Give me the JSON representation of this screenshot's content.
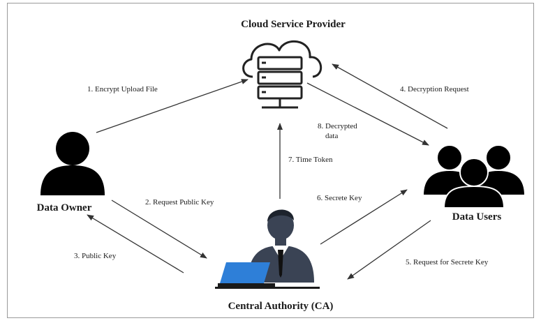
{
  "nodes": {
    "cloud": "Cloud Service Provider",
    "owner": "Data Owner",
    "users": "Data Users",
    "ca": "Central Authority (CA)"
  },
  "edges": {
    "e1": "1.  Encrypt Upload File",
    "e2": "2.  Request Public Key",
    "e3": "3. Public Key",
    "e4": "4.  Decryption Request",
    "e5": "5.  Request for Secrete Key",
    "e6": "6.  Secrete Key",
    "e7": "7.  Time Token",
    "e8a": "8.  Decrypted",
    "e8b": "data"
  },
  "colors": {
    "ink": "#1a1a1a",
    "ca_suit": "#3a4354",
    "laptop": "#2e7fd8",
    "server": "#222222"
  },
  "icons": [
    "cloud-server-icon",
    "person-icon",
    "group-icon",
    "ca-person-laptop-icon"
  ]
}
